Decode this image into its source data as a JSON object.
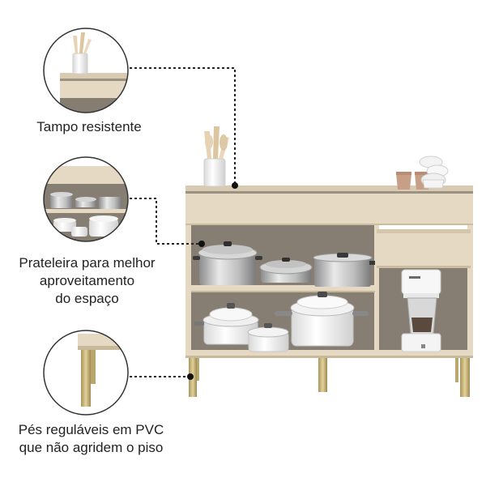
{
  "features": [
    {
      "lines": [
        "Tampo resistente"
      ],
      "icon": "countertop-closeup"
    },
    {
      "lines": [
        "Prateleira para melhor",
        "aproveitamento",
        "do espaço"
      ],
      "icon": "shelf-closeup"
    },
    {
      "lines": [
        "Pés reguláveis em PVC",
        "que não agridem o piso"
      ],
      "icon": "adjustable-feet-closeup"
    }
  ],
  "colors": {
    "cabinet_body": "#e6d9c3",
    "cabinet_interior": "#857d72",
    "cabinet_edge": "#cbbd9f",
    "countertop_edge": "#9b9284",
    "feet_gold": "#c9b67a",
    "callout_line": "#222222",
    "circle_border": "#333333"
  }
}
